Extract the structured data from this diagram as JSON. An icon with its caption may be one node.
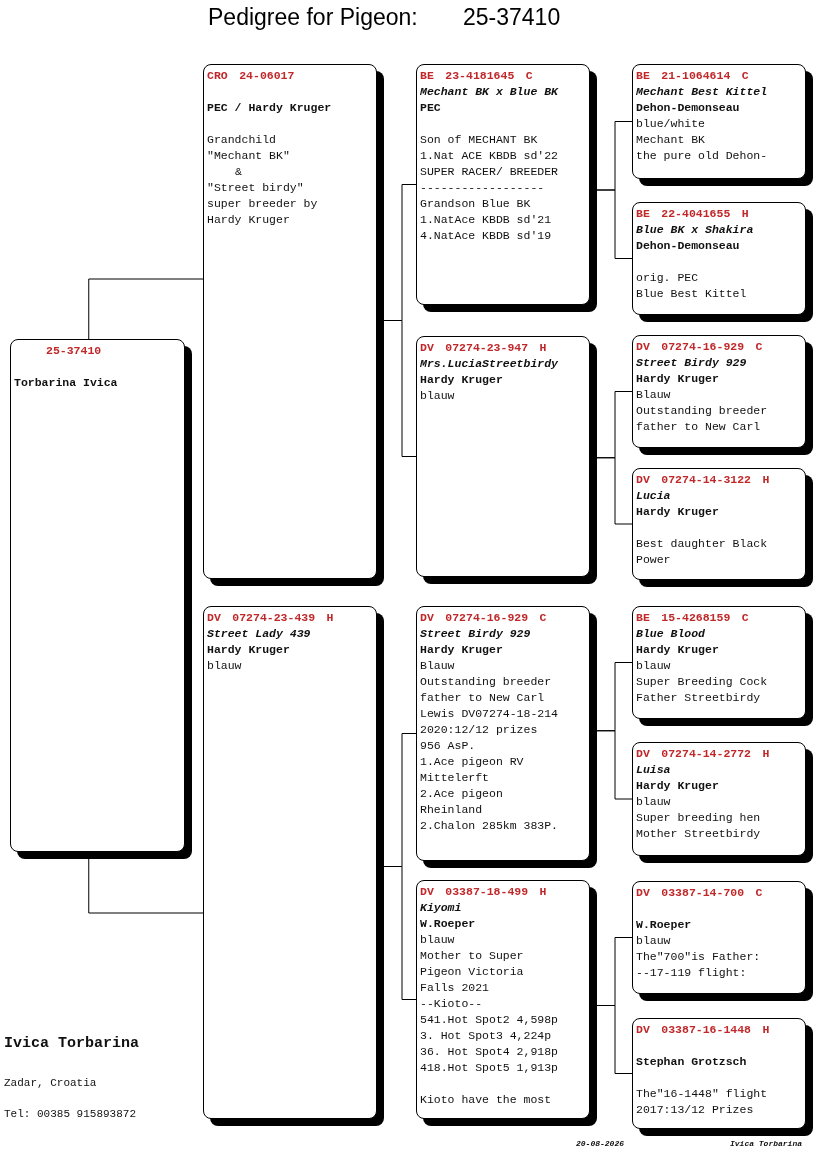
{
  "diagram": {
    "title": "Pedigree for Pigeon:",
    "nodes": [
      {
        "text": [
          "25-37410",
          "Torbarina Ivica"
        ]
      },
      {
        "text": [
          "CRO 24-06017",
          "PEC / Hardy Kruger",
          "Grandchild",
          "\"Mechant BK\"",
          "&",
          "\"Street birdy\"",
          "super breeder by",
          "Hardy Kruger"
        ]
      },
      {
        "text": [
          "DV 07274-23-439 H",
          "Street Lady 439",
          "Hardy Kruger",
          "blauw"
        ]
      },
      {
        "text": [
          "BE 23-4181645 C",
          "Mechant BK x Blue BK",
          "PEC",
          "Son of MECHANT BK",
          "1.Nat ACE KBDB sd'22",
          "SUPER RACER/ BREEDER",
          "------------------",
          "Grandson Blue BK",
          "1.NatAce KBDB sd'21",
          "4.NatAce KBDB sd'19"
        ]
      },
      {
        "text": [
          "DV 07274-23-947 H",
          "Mrs.LuciaStreetbirdy",
          "Hardy Kruger",
          "blauw"
        ]
      },
      {
        "text": [
          "DV 07274-16-929 C",
          "Street Birdy 929",
          "Hardy Kruger",
          "Blauw",
          "Outstanding breeder",
          "father to New Carl",
          "Lewis DV07274-18-214",
          "2020:12/12 prizes",
          "956 AsP.",
          "1.Ace pigeon RV",
          "Mittelerft",
          "2.Ace pigeon",
          "Rheinland",
          "2.Chalon 285km 383P."
        ]
      },
      {
        "text": [
          "DV 03387-18-499 H",
          "Kiyomi",
          "W.Roeper",
          "blauw",
          "Mother to Super",
          "Pigeon Victoria",
          "Falls 2021",
          "--Kioto--",
          "541.Hot Spot2 4,598p",
          "3. Hot Spot3 4,224p",
          "36. Hot Spot4 2,918p",
          "418.Hot Spot5 1,913p",
          "Kioto have the most"
        ]
      },
      {
        "text": [
          "BE 21-1064614 C",
          "Mechant Best Kittel",
          "Dehon-Demonseau",
          "blue/white",
          "Mechant BK",
          "the pure old Dehon-"
        ]
      },
      {
        "text": [
          "BE 22-4041655 H",
          "Blue BK x Shakira",
          "Dehon-Demonseau",
          "orig. PEC",
          "Blue Best Kittel"
        ]
      },
      {
        "text": [
          "DV 07274-16-929 C",
          "Street Birdy 929",
          "Hardy Kruger",
          "Blauw",
          "Outstanding breeder",
          "father to New Carl"
        ]
      },
      {
        "text": [
          "DV 07274-14-3122 H",
          "Lucia",
          "Hardy Kruger",
          "Best daughter Black",
          "Power"
        ]
      },
      {
        "text": [
          "BE 15-4268159 C",
          "Blue Blood",
          "Hardy Kruger",
          "blauw",
          "Super Breeding Cock",
          "Father Streetbirdy"
        ]
      },
      {
        "text": [
          "DV 07274-14-2772 H",
          "Luisa",
          "Hardy Kruger",
          "blauw",
          "Super breeding hen",
          "Mother Streetbirdy"
        ]
      },
      {
        "text": [
          "DV 03387-14-700 C",
          "W.Roeper",
          "blauw",
          "The\"700\"is Father:",
          "--17-119 flight:"
        ]
      },
      {
        "text": [
          "DV 03387-16-1448 H",
          "Stephan Grotzsch",
          "The\"16-1448\" flight",
          "2017:13/12 Prizes"
        ]
      }
    ],
    "edges": [
      {
        "from": 0,
        "to": 1,
        "arrow": "none"
      },
      {
        "from": 0,
        "to": 2,
        "arrow": "none"
      },
      {
        "from": 1,
        "to": 3,
        "arrow": "none"
      },
      {
        "from": 1,
        "to": 4,
        "arrow": "none"
      },
      {
        "from": 2,
        "to": 5,
        "arrow": "none"
      },
      {
        "from": 2,
        "to": 6,
        "arrow": "none"
      },
      {
        "from": 3,
        "to": 7,
        "arrow": "none"
      },
      {
        "from": 3,
        "to": 8,
        "arrow": "none"
      },
      {
        "from": 4,
        "to": 9,
        "arrow": "none"
      },
      {
        "from": 4,
        "to": 10,
        "arrow": "none"
      },
      {
        "from": 5,
        "to": 11,
        "arrow": "none"
      },
      {
        "from": 5,
        "to": 12,
        "arrow": "none"
      },
      {
        "from": 6,
        "to": 13,
        "arrow": "none"
      },
      {
        "from": 6,
        "to": 14,
        "arrow": "none"
      }
    ],
    "labels": [
      "25-37410",
      "Ivica Torbarina",
      "Zadar, Croatia",
      "Tel: 00385 915893872",
      "20-08-2026",
      "Ivica Torbarina"
    ]
  }
}
